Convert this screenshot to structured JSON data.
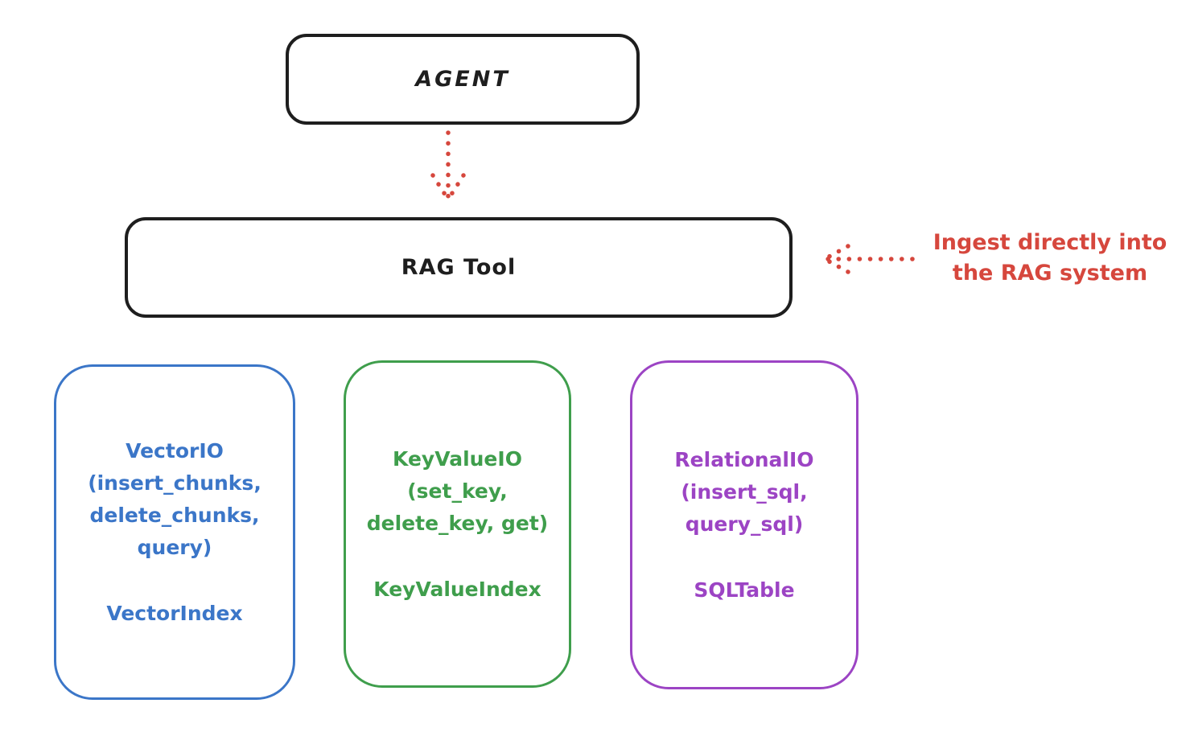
{
  "colors": {
    "ink": "#1e1e1e",
    "red": "#d6473d",
    "blue": "#3b76c8",
    "green": "#3f9e4c",
    "purple": "#9c44c4",
    "background": "#ffffff"
  },
  "nodes": {
    "agent": {
      "label": "AGENT"
    },
    "rag_tool": {
      "label": "RAG Tool"
    },
    "vector_io": {
      "title_lines": [
        "VectorIO",
        "(insert_chunks,",
        "delete_chunks,",
        "query)"
      ],
      "index_label": "VectorIndex"
    },
    "key_value_io": {
      "title_lines": [
        "KeyValueIO",
        "(set_key,",
        "delete_key, get)"
      ],
      "index_label": "KeyValueIndex"
    },
    "relational_io": {
      "title_lines": [
        "RelationalIO",
        "(insert_sql,",
        "query_sql)"
      ],
      "index_label": "SQLTable"
    }
  },
  "annotation": {
    "line1": "Ingest directly into",
    "line2": "the RAG system"
  },
  "icons": {
    "down_arrow": "dotted-down-arrow",
    "left_arrow": "dotted-left-arrow"
  }
}
